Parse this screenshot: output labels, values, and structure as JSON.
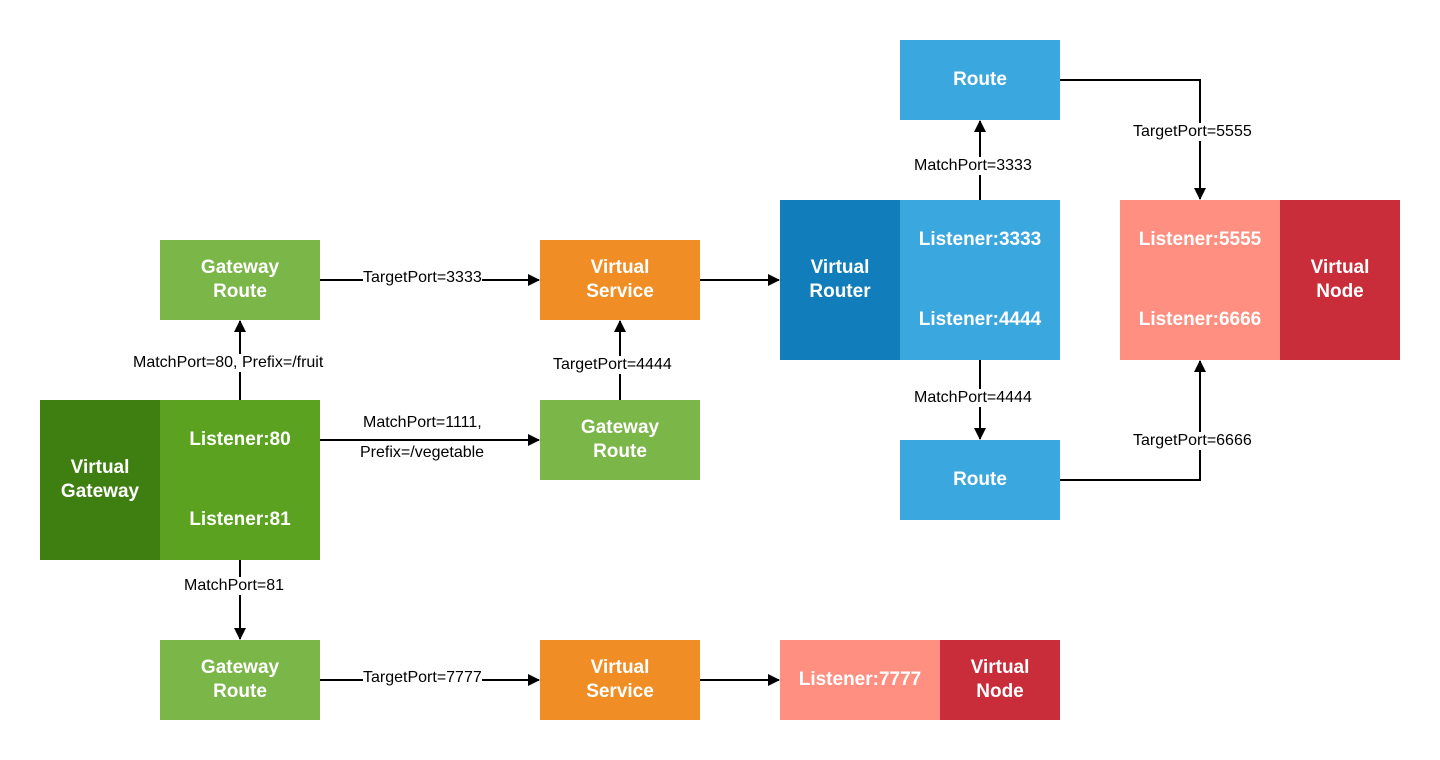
{
  "colors": {
    "virtual_gateway": "#3f7f11",
    "listener_gateway": "#5aa220",
    "gateway_route": "#7ab648",
    "virtual_service": "#f08d24",
    "virtual_router": "#117dbb",
    "route": "#3ba7df",
    "listener_node": "#ff8f80",
    "virtual_node": "#c92d39"
  },
  "nodes": {
    "virtual_gateway": "Virtual\nGateway",
    "vg_listener_80": "Listener:80",
    "vg_listener_81": "Listener:81",
    "gateway_route_top": "Gateway\nRoute",
    "gateway_route_mid": "Gateway\nRoute",
    "gateway_route_bottom": "Gateway\nRoute",
    "virtual_service_top": "Virtual\nService",
    "virtual_service_bottom": "Virtual\nService",
    "virtual_router": "Virtual\nRouter",
    "vr_listener_3333": "Listener:3333",
    "vr_listener_4444": "Listener:4444",
    "route_top": "Route",
    "route_bottom": "Route",
    "vn_listener_5555": "Listener:5555",
    "vn_listener_6666": "Listener:6666",
    "virtual_node_right": "Virtual\nNode",
    "vn_listener_7777": "Listener:7777",
    "virtual_node_bottom": "Virtual\nNode"
  },
  "edges": {
    "match_80_fruit": "MatchPort=80, Prefix=/fruit",
    "match_1111_line1": "MatchPort=1111,",
    "match_1111_line2": "Prefix=/vegetable",
    "match_81": "MatchPort=81",
    "target_3333": "TargetPort=3333",
    "target_4444": "TargetPort=4444",
    "target_7777": "TargetPort=7777",
    "match_3333": "MatchPort=3333",
    "match_4444": "MatchPort=4444",
    "target_5555": "TargetPort=5555",
    "target_6666": "TargetPort=6666"
  }
}
